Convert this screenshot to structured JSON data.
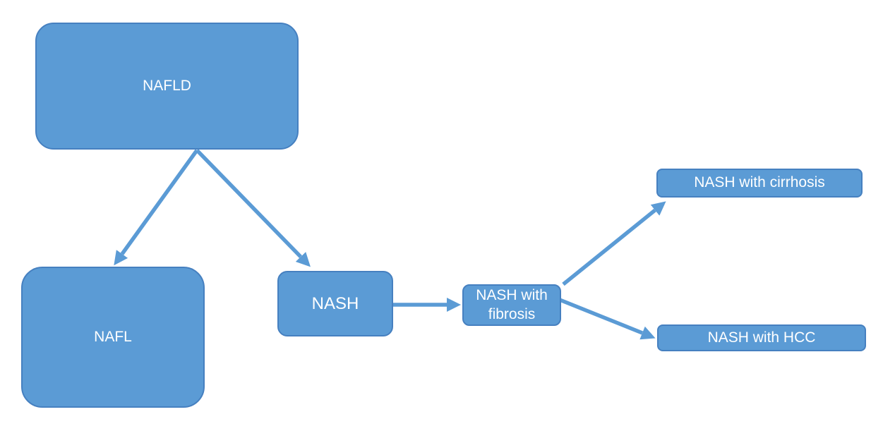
{
  "diagram": {
    "type": "flowchart",
    "colors": {
      "node_fill": "#5b9bd5",
      "node_border": "#4680c0",
      "arrow": "#5b9bd5",
      "text": "#ffffff",
      "background": "#ffffff"
    },
    "nodes": {
      "nafld": {
        "label": "NAFLD"
      },
      "nafl": {
        "label": "NAFL"
      },
      "nash": {
        "label": "NASH"
      },
      "nash_fibrosis": {
        "label": "NASH with fibrosis"
      },
      "nash_cirrhosis": {
        "label": "NASH with cirrhosis"
      },
      "nash_hcc": {
        "label": "NASH with HCC"
      }
    },
    "edges": [
      {
        "from": "NAFLD",
        "to": "NAFL"
      },
      {
        "from": "NAFLD",
        "to": "NASH"
      },
      {
        "from": "NASH",
        "to": "NASH with fibrosis"
      },
      {
        "from": "NASH with fibrosis",
        "to": "NASH with cirrhosis"
      },
      {
        "from": "NASH with fibrosis",
        "to": "NASH with HCC"
      }
    ]
  }
}
